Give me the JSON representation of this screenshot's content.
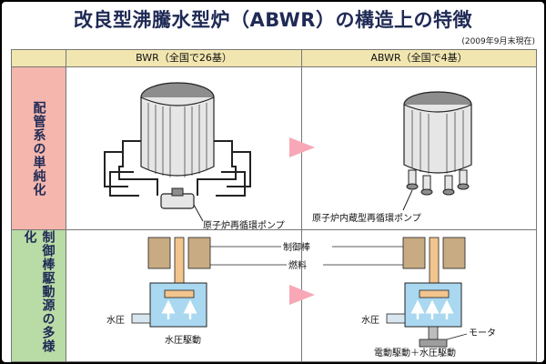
{
  "title": "改良型沸騰水型炉（ABWR）の構造上の特徴",
  "as_of": "(2009年9月末現在)",
  "columns": {
    "bwr": "BWR（全国で26基）",
    "abwr": "ABWR（全国で4基）"
  },
  "rows": {
    "piping": "配管系の単純化",
    "rod_drive": "制御棒駆動源の多様化"
  },
  "labels": {
    "bwr_pump": "原子炉再循環ポンプ",
    "abwr_pump": "原子炉内蔵型再循環ポンプ",
    "control_rod": "制御棒",
    "fuel": "燃料",
    "water_pressure_left": "水圧",
    "water_drive": "水圧駆動",
    "water_pressure_right": "水圧",
    "motor": "モータ",
    "electric_water_drive": "電動駆動＋水圧駆動"
  },
  "colors": {
    "title": "#1f2a55",
    "header_bg": "#f2e6b0",
    "row1_bg": "#f4b6ad",
    "row2_bg": "#b9dba6",
    "arrow": "#f7a7b6",
    "fuel_block": "#c8ab82",
    "control_rod": "#f2c48e",
    "water": "#a9d8f0"
  }
}
